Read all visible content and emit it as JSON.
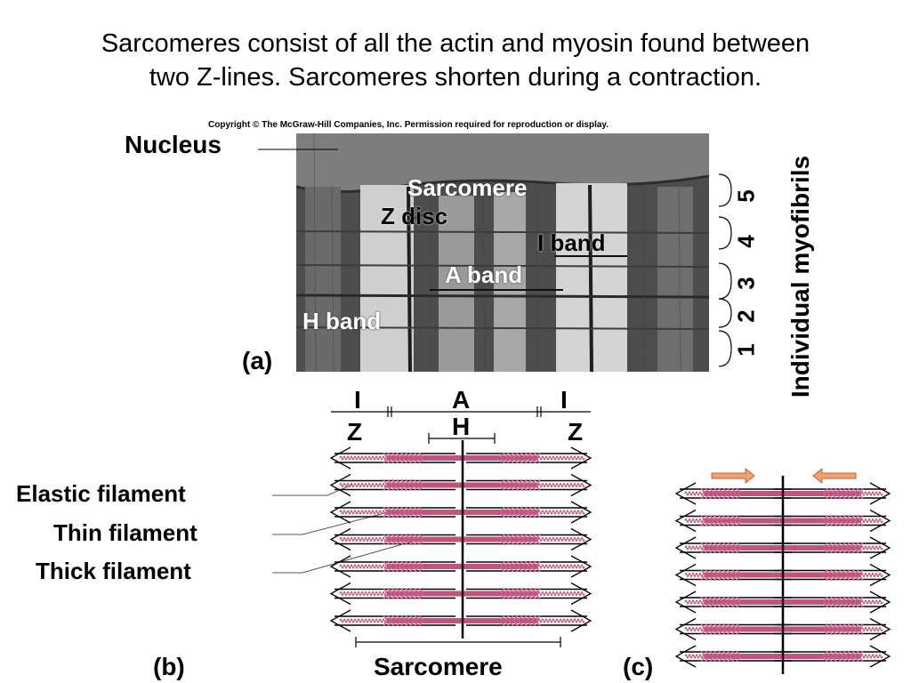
{
  "title_line1": "Sarcomeres consist of all the actin and myosin found between",
  "title_line2": "two Z-lines.  Sarcomeres shorten during a contraction.",
  "copyright": "Copyright © The McGraw-Hill Companies, Inc. Permission required for reproduction or display.",
  "panel_a": {
    "label": "(a)",
    "nucleus": "Nucleus",
    "sarcomere": "Sarcomere",
    "z_disc": "Z disc",
    "i_band": "I band",
    "a_band": "A band",
    "h_band": "H band",
    "myofibrils_label": "Individual myofibrils",
    "myofibril_numbers": [
      "1",
      "2",
      "3",
      "4",
      "5"
    ]
  },
  "panel_b": {
    "label": "(b)",
    "i_left": "I",
    "a": "A",
    "i_right": "I",
    "h": "H",
    "z_left": "Z",
    "z_right": "Z",
    "elastic": "Elastic filament",
    "thin": "Thin filament",
    "thick": "Thick filament",
    "sarcomere": "Sarcomere"
  },
  "panel_c": {
    "label": "(c)"
  },
  "colors": {
    "thick_filament": "#c2527e",
    "myosin_heads": "#d46a95",
    "elastic": "#c2527e",
    "arrow": "#f2a070",
    "micrograph_light": "#cfcfcf",
    "micrograph_dark": "#555555"
  }
}
